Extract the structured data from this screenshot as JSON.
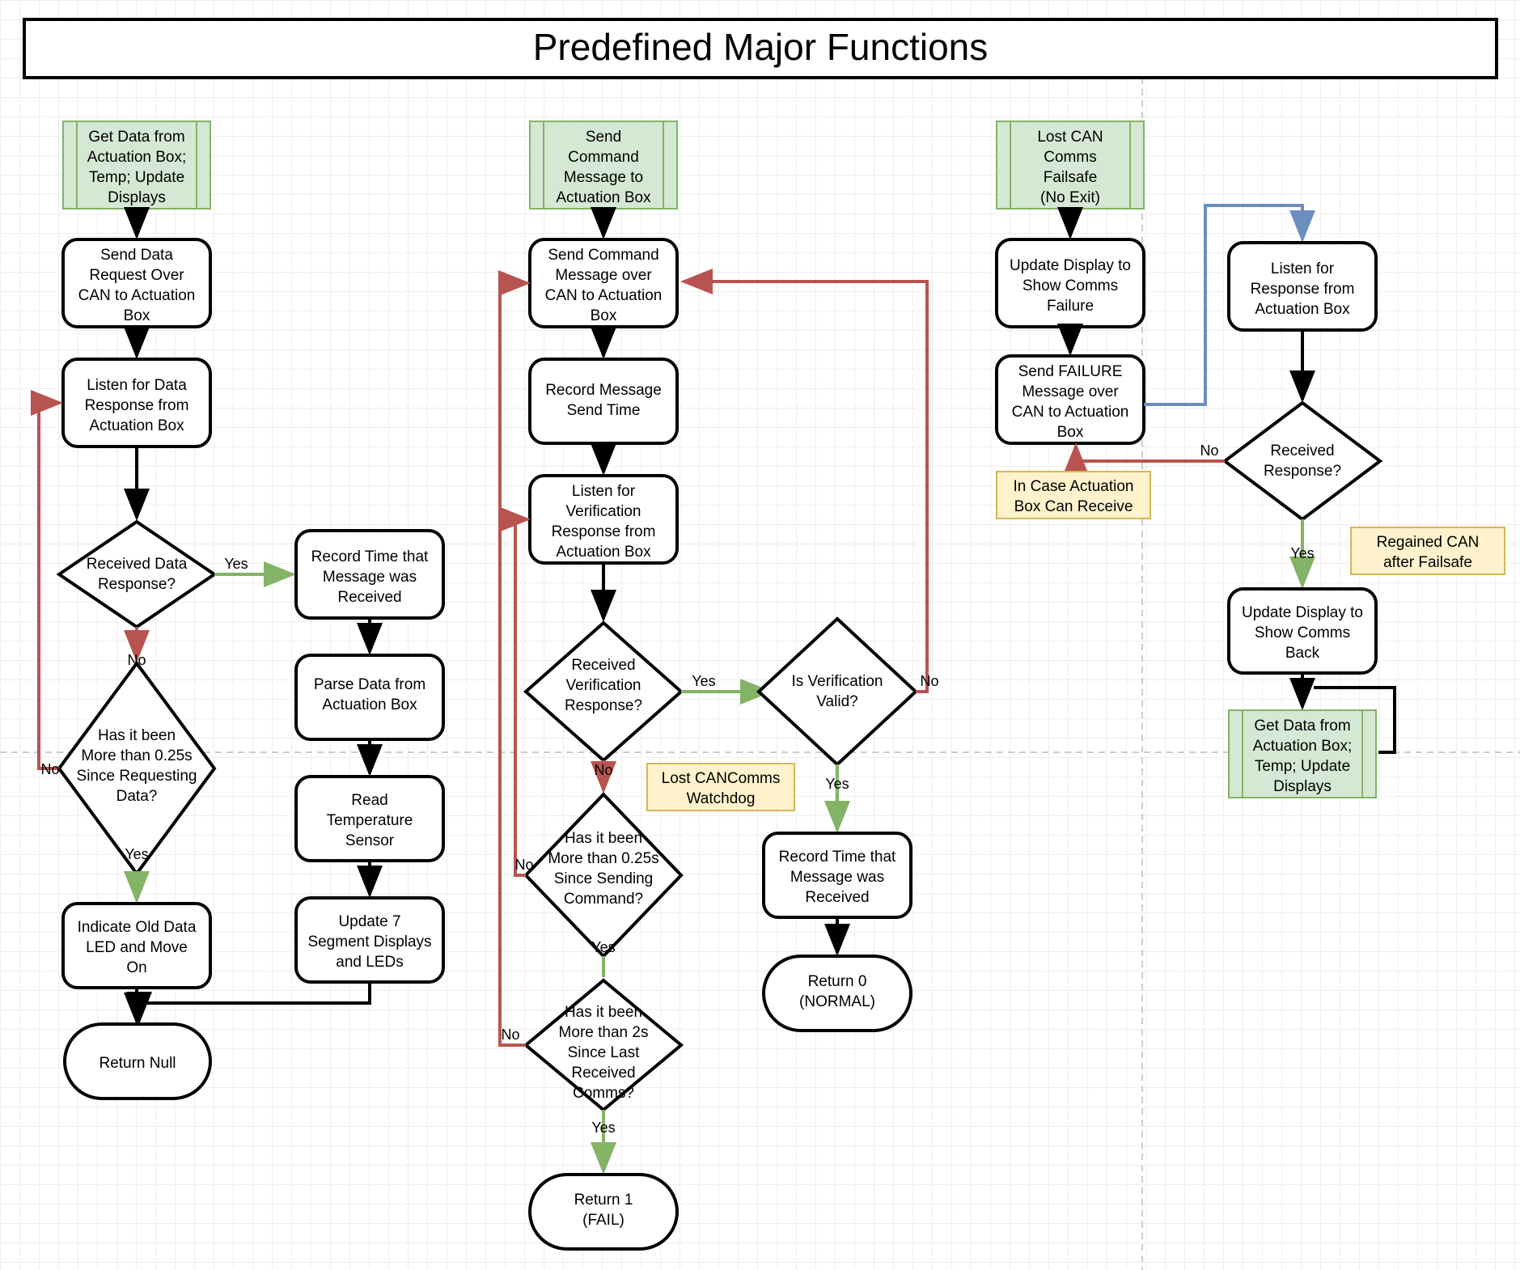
{
  "title": "Predefined Major Functions",
  "colors": {
    "start_fill": "#d5e8d4",
    "start_stroke": "#82b366",
    "note_fill": "#fff2cc",
    "note_stroke": "#d6b656",
    "yes_arrow": "#82b366",
    "no_arrow": "#b85450",
    "blue_arrow": "#6c8ebf",
    "node_stroke": "#000000"
  },
  "flow_get_data": {
    "name": "Get Data from Actuation Box",
    "n1_l1": "Get Data from",
    "n1_l2": "Actuation Box;",
    "n1_l3": "Temp; Update",
    "n1_l4": "Displays",
    "n2_l1": "Send Data",
    "n2_l2": "Request Over",
    "n2_l3": "CAN to Actuation",
    "n2_l4": "Box",
    "n3_l1": "Listen for Data",
    "n3_l2": "Response from",
    "n3_l3": "Actuation Box",
    "d1_l1": "Received Data",
    "d1_l2": "Response?",
    "d2_l1": "Has it been",
    "d2_l2": "More than 0.25s",
    "d2_l3": "Since Requesting",
    "d2_l4": "Data?",
    "n4_l1": "Indicate Old Data",
    "n4_l2": "LED and Move",
    "n4_l3": "On",
    "n5_l1": "Record Time that",
    "n5_l2": "Message was",
    "n5_l3": "Received",
    "n6_l1": "Parse Data from",
    "n6_l2": "Actuation Box",
    "n7_l1": "Read",
    "n7_l2": "Temperature",
    "n7_l3": "Sensor",
    "n8_l1": "Update 7",
    "n8_l2": "Segment Displays",
    "n8_l3": "and LEDs",
    "end_l1": "Return Null",
    "lbl_yes_1": "Yes",
    "lbl_no_1": "No",
    "lbl_no_2": "No",
    "lbl_yes_2": "Yes"
  },
  "flow_send_command": {
    "name": "Send Command Message to Actuation Box",
    "s1_l1": "Send",
    "s1_l2": "Command",
    "s1_l3": "Message to",
    "s1_l4": "Actuation Box",
    "s2_l1": "Send Command",
    "s2_l2": "Message over",
    "s2_l3": "CAN to Actuation",
    "s2_l4": "Box",
    "s3_l1": "Record Message",
    "s3_l2": "Send Time",
    "s4_l1": "Listen for",
    "s4_l2": "Verification",
    "s4_l3": "Response from",
    "s4_l4": "Actuation Box",
    "d1_l1": "Received",
    "d1_l2": "Verification",
    "d1_l3": "Response?",
    "d2_l1": "Is Verification",
    "d2_l2": "Valid?",
    "d3_l1": "Has it been",
    "d3_l2": "More than 0.25s",
    "d3_l3": "Since Sending",
    "d3_l4": "Command?",
    "d4_l1": "Has it been",
    "d4_l2": "More than 2s",
    "d4_l3": "Since Last",
    "d4_l4": "Received",
    "d4_l5": "Comms?",
    "s5_l1": "Record Time that",
    "s5_l2": "Message was",
    "s5_l3": "Received",
    "end_ok_l1": "Return 0",
    "end_ok_l2": "(NORMAL)",
    "end_fail_l1": "Return 1",
    "end_fail_l2": "(FAIL)",
    "note_l1": "Lost CANComms",
    "note_l2": "Watchdog",
    "lbl_yes_1": "Yes",
    "lbl_no_1": "No",
    "lbl_no_valid": "No",
    "lbl_yes_valid": "Yes",
    "lbl_no_2": "No",
    "lbl_yes_2": "Yes",
    "lbl_no_3": "No",
    "lbl_yes_3": "Yes"
  },
  "flow_failsafe": {
    "name": "Lost CAN Comms Failsafe",
    "f1_l1": "Lost CAN",
    "f1_l2": "Comms",
    "f1_l3": "Failsafe",
    "f1_l4": "(No Exit)",
    "f2_l1": "Update Display to",
    "f2_l2": "Show Comms",
    "f2_l3": "Failure",
    "f3_l1": "Send FAILURE",
    "f3_l2": "Message over",
    "f3_l3": "CAN to Actuation",
    "f3_l4": "Box",
    "f4_l1": "Listen for",
    "f4_l2": "Response from",
    "f4_l3": "Actuation Box",
    "d1_l1": "Received",
    "d1_l2": "Response?",
    "f5_l1": "Update Display to",
    "f5_l2": "Show Comms",
    "f5_l3": "Back",
    "f6_l1": "Get Data from",
    "f6_l2": "Actuation Box;",
    "f6_l3": "Temp; Update",
    "f6_l4": "Displays",
    "note1_l1": "In Case Actuation",
    "note1_l2": "Box Can Receive",
    "note2_l1": "Regained CAN",
    "note2_l2": "after Failsafe",
    "lbl_no_1": "No",
    "lbl_yes_1": "Yes"
  }
}
